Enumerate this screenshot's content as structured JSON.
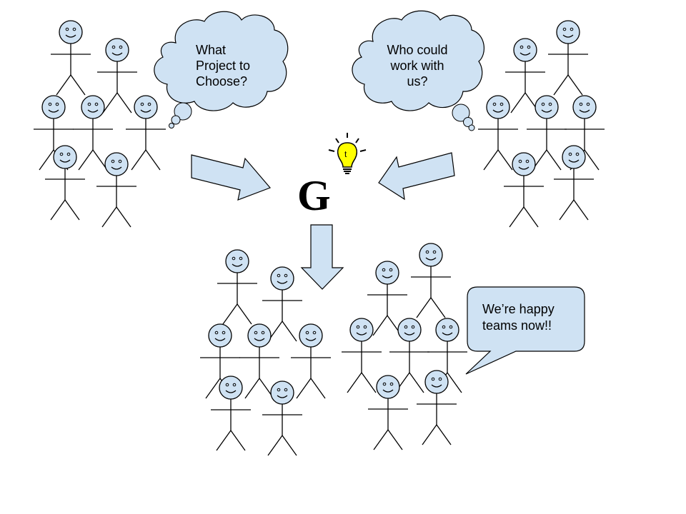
{
  "colors": {
    "fill": "#cfe2f3",
    "stroke": "#000000",
    "arrow_stroke": "#3c78d8",
    "bulb": "#ffff00",
    "background": "#ffffff"
  },
  "thought_left": {
    "lines": [
      "What",
      "Project to",
      "Choose?"
    ]
  },
  "thought_right": {
    "lines": [
      "Who could",
      "work with",
      "us?"
    ]
  },
  "speech_bubble": {
    "lines": [
      "We’re happy",
      "teams now!!"
    ]
  },
  "logo": {
    "letter": "G",
    "bulb_letter": "t",
    "icon": "lightbulb-icon"
  },
  "groups": {
    "top_left": {
      "people_count": 7
    },
    "top_right": {
      "people_count": 7
    },
    "bottom_left": {
      "people_count": 7
    },
    "bottom_right": {
      "people_count": 7
    }
  },
  "arrows": [
    "arrow-right",
    "arrow-left",
    "arrow-down"
  ]
}
